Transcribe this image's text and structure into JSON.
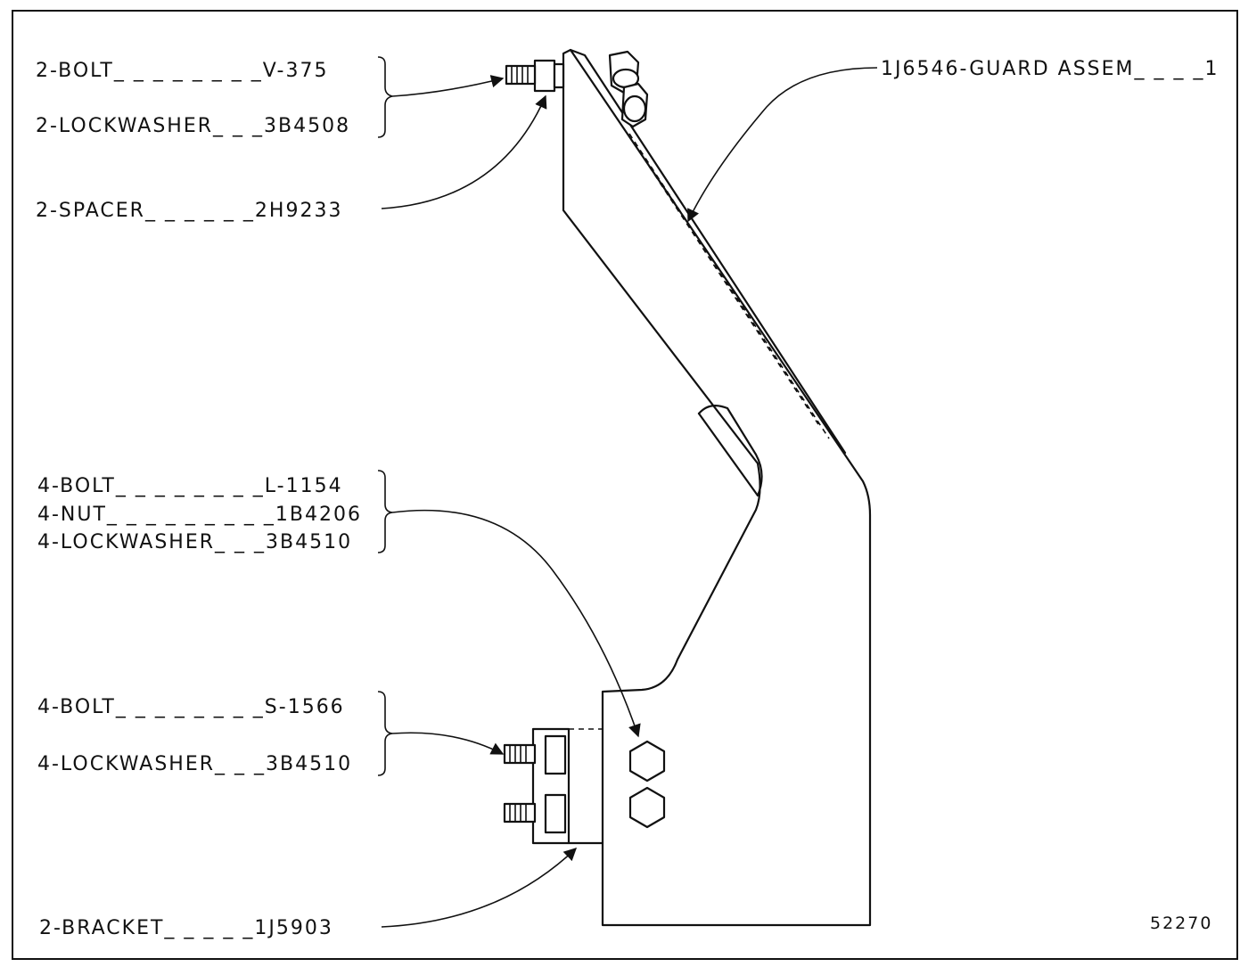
{
  "labels": {
    "bolt_top": "2-BOLT_ _ _ _ _ _ _ _V-375",
    "lockwasher_top": "2-LOCKWASHER_ _ _3B4508",
    "spacer": "2-SPACER_ _ _ _ _ _2H9233",
    "guard_assem": "1J6546-GUARD ASSEM_ _ _ _1",
    "bolt_mid": "4-BOLT_ _ _ _ _ _ _ _L-1154",
    "nut_mid": "4-NUT_ _ _ _ _ _ _ _ _1B4206",
    "lockwasher_mid": "4-LOCKWASHER_ _ _3B4510",
    "bolt_low": "4-BOLT_ _ _ _ _ _ _ _S-1566",
    "lockwasher_low": "4-LOCKWASHER_ _ _3B4510",
    "bracket": "2-BRACKET_ _ _ _ _1J5903",
    "figure_number": "52270"
  }
}
